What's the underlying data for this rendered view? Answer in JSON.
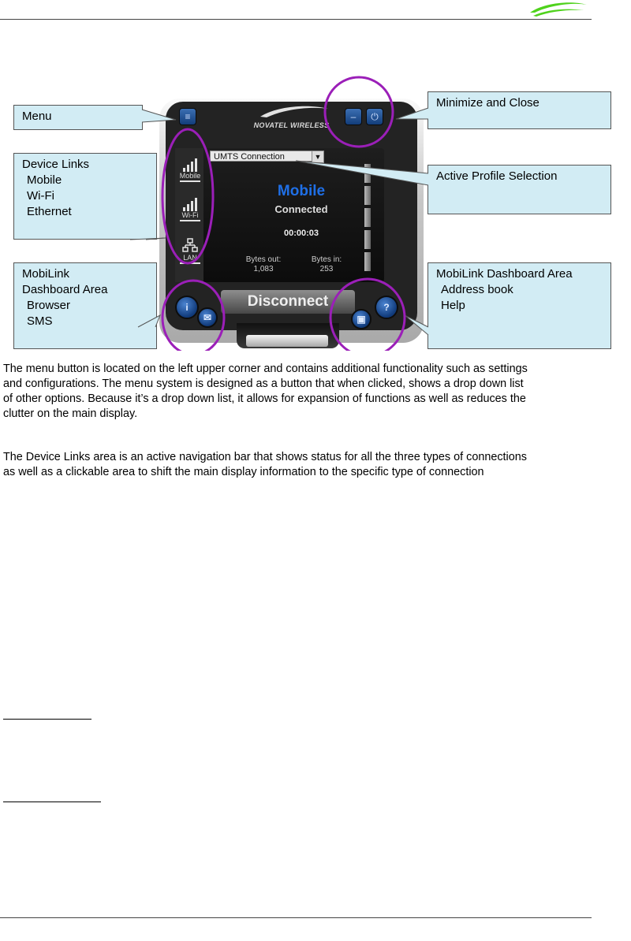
{
  "device": {
    "brand": "NOVATEL WIRELESS",
    "profile": "UMTS Connection",
    "connection_type": "Mobile",
    "status": "Connected",
    "timer": "00:00:03",
    "bytes_out_label": "Bytes out:",
    "bytes_out_value": "1,083",
    "bytes_in_label": "Bytes in:",
    "bytes_in_value": "253",
    "disconnect_label": "Disconnect",
    "links": [
      "Mobile",
      "Wi-Fi",
      "LAN"
    ],
    "icons": {
      "menu": "menu-icon",
      "minimize": "minimize-icon",
      "close": "power-icon",
      "browser": "info-icon",
      "sms": "envelope-icon",
      "address_book": "contacts-icon",
      "help": "question-icon"
    }
  },
  "callouts": {
    "menu": "Menu",
    "min_close": "Minimize and Close",
    "device_links": {
      "title": "Device Links",
      "items": [
        "Mobile",
        "Wi-Fi",
        "Ethernet"
      ]
    },
    "profile": "Active Profile Selection",
    "dash_left": {
      "title1": "MobiLink",
      "title2": "Dashboard Area",
      "items": [
        "Browser",
        "SMS"
      ]
    },
    "dash_right": {
      "title": "MobiLink Dashboard Area",
      "items": [
        "Address book",
        "Help"
      ]
    }
  },
  "colors": {
    "callout_bg": "#d2ecf4",
    "highlight": "#9b1fb8",
    "accent": "#1f6fe6",
    "logo": "#4fd21c"
  },
  "paragraphs": [
    {
      "lines": [
        "The menu button is located on the left upper corner and contains additional functionality such as settings",
        "and configurations.  The menu system is designed as a button that when clicked, shows a drop down list",
        "of other options.  Because it’s a drop down list, it allows for expansion of functions as well as reduces the",
        "clutter on the main display."
      ]
    },
    {
      "lines": [
        "The Device Links area is an active navigation bar that shows status for all the three types of connections",
        "as well as a clickable area to shift the main display information to the specific type of connection"
      ]
    }
  ]
}
